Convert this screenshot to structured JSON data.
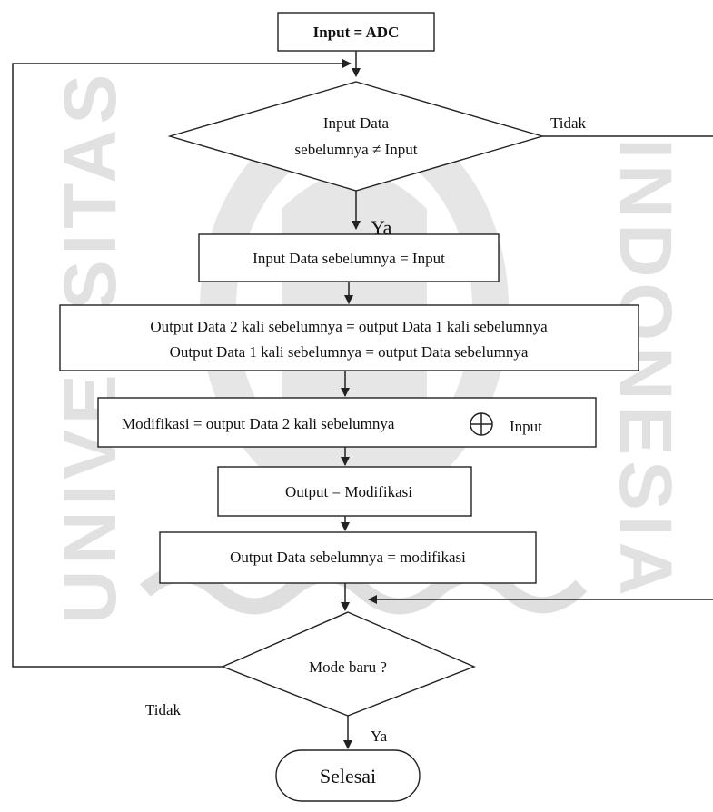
{
  "watermark": {
    "left": "UNIVERSITAS",
    "right": "INDONESIA"
  },
  "flowchart": {
    "start": "Input = ADC",
    "decision1": {
      "line1": "Input Data",
      "line2": "sebelumnya  ≠ Input"
    },
    "decision1_no": "Tidak",
    "decision1_yes": "Ya",
    "step1": "Input Data sebelumnya = Input",
    "step2": {
      "line1": "Output Data 2 kali sebelumnya  = output Data 1 kali sebelumnya",
      "line2": "Output Data 1 kali sebelumnya  = output Data sebelumnya"
    },
    "step3": {
      "text": "Modifikasi = output Data 2 kali sebelumnya",
      "symbol": "⊕",
      "tail": "Input"
    },
    "step4": "Output = Modifikasi",
    "step5": "Output Data sebelumnya = modifikasi",
    "decision2": "Mode baru ?",
    "decision2_no": "Tidak",
    "decision2_yes": "Ya",
    "end": "Selesai"
  }
}
